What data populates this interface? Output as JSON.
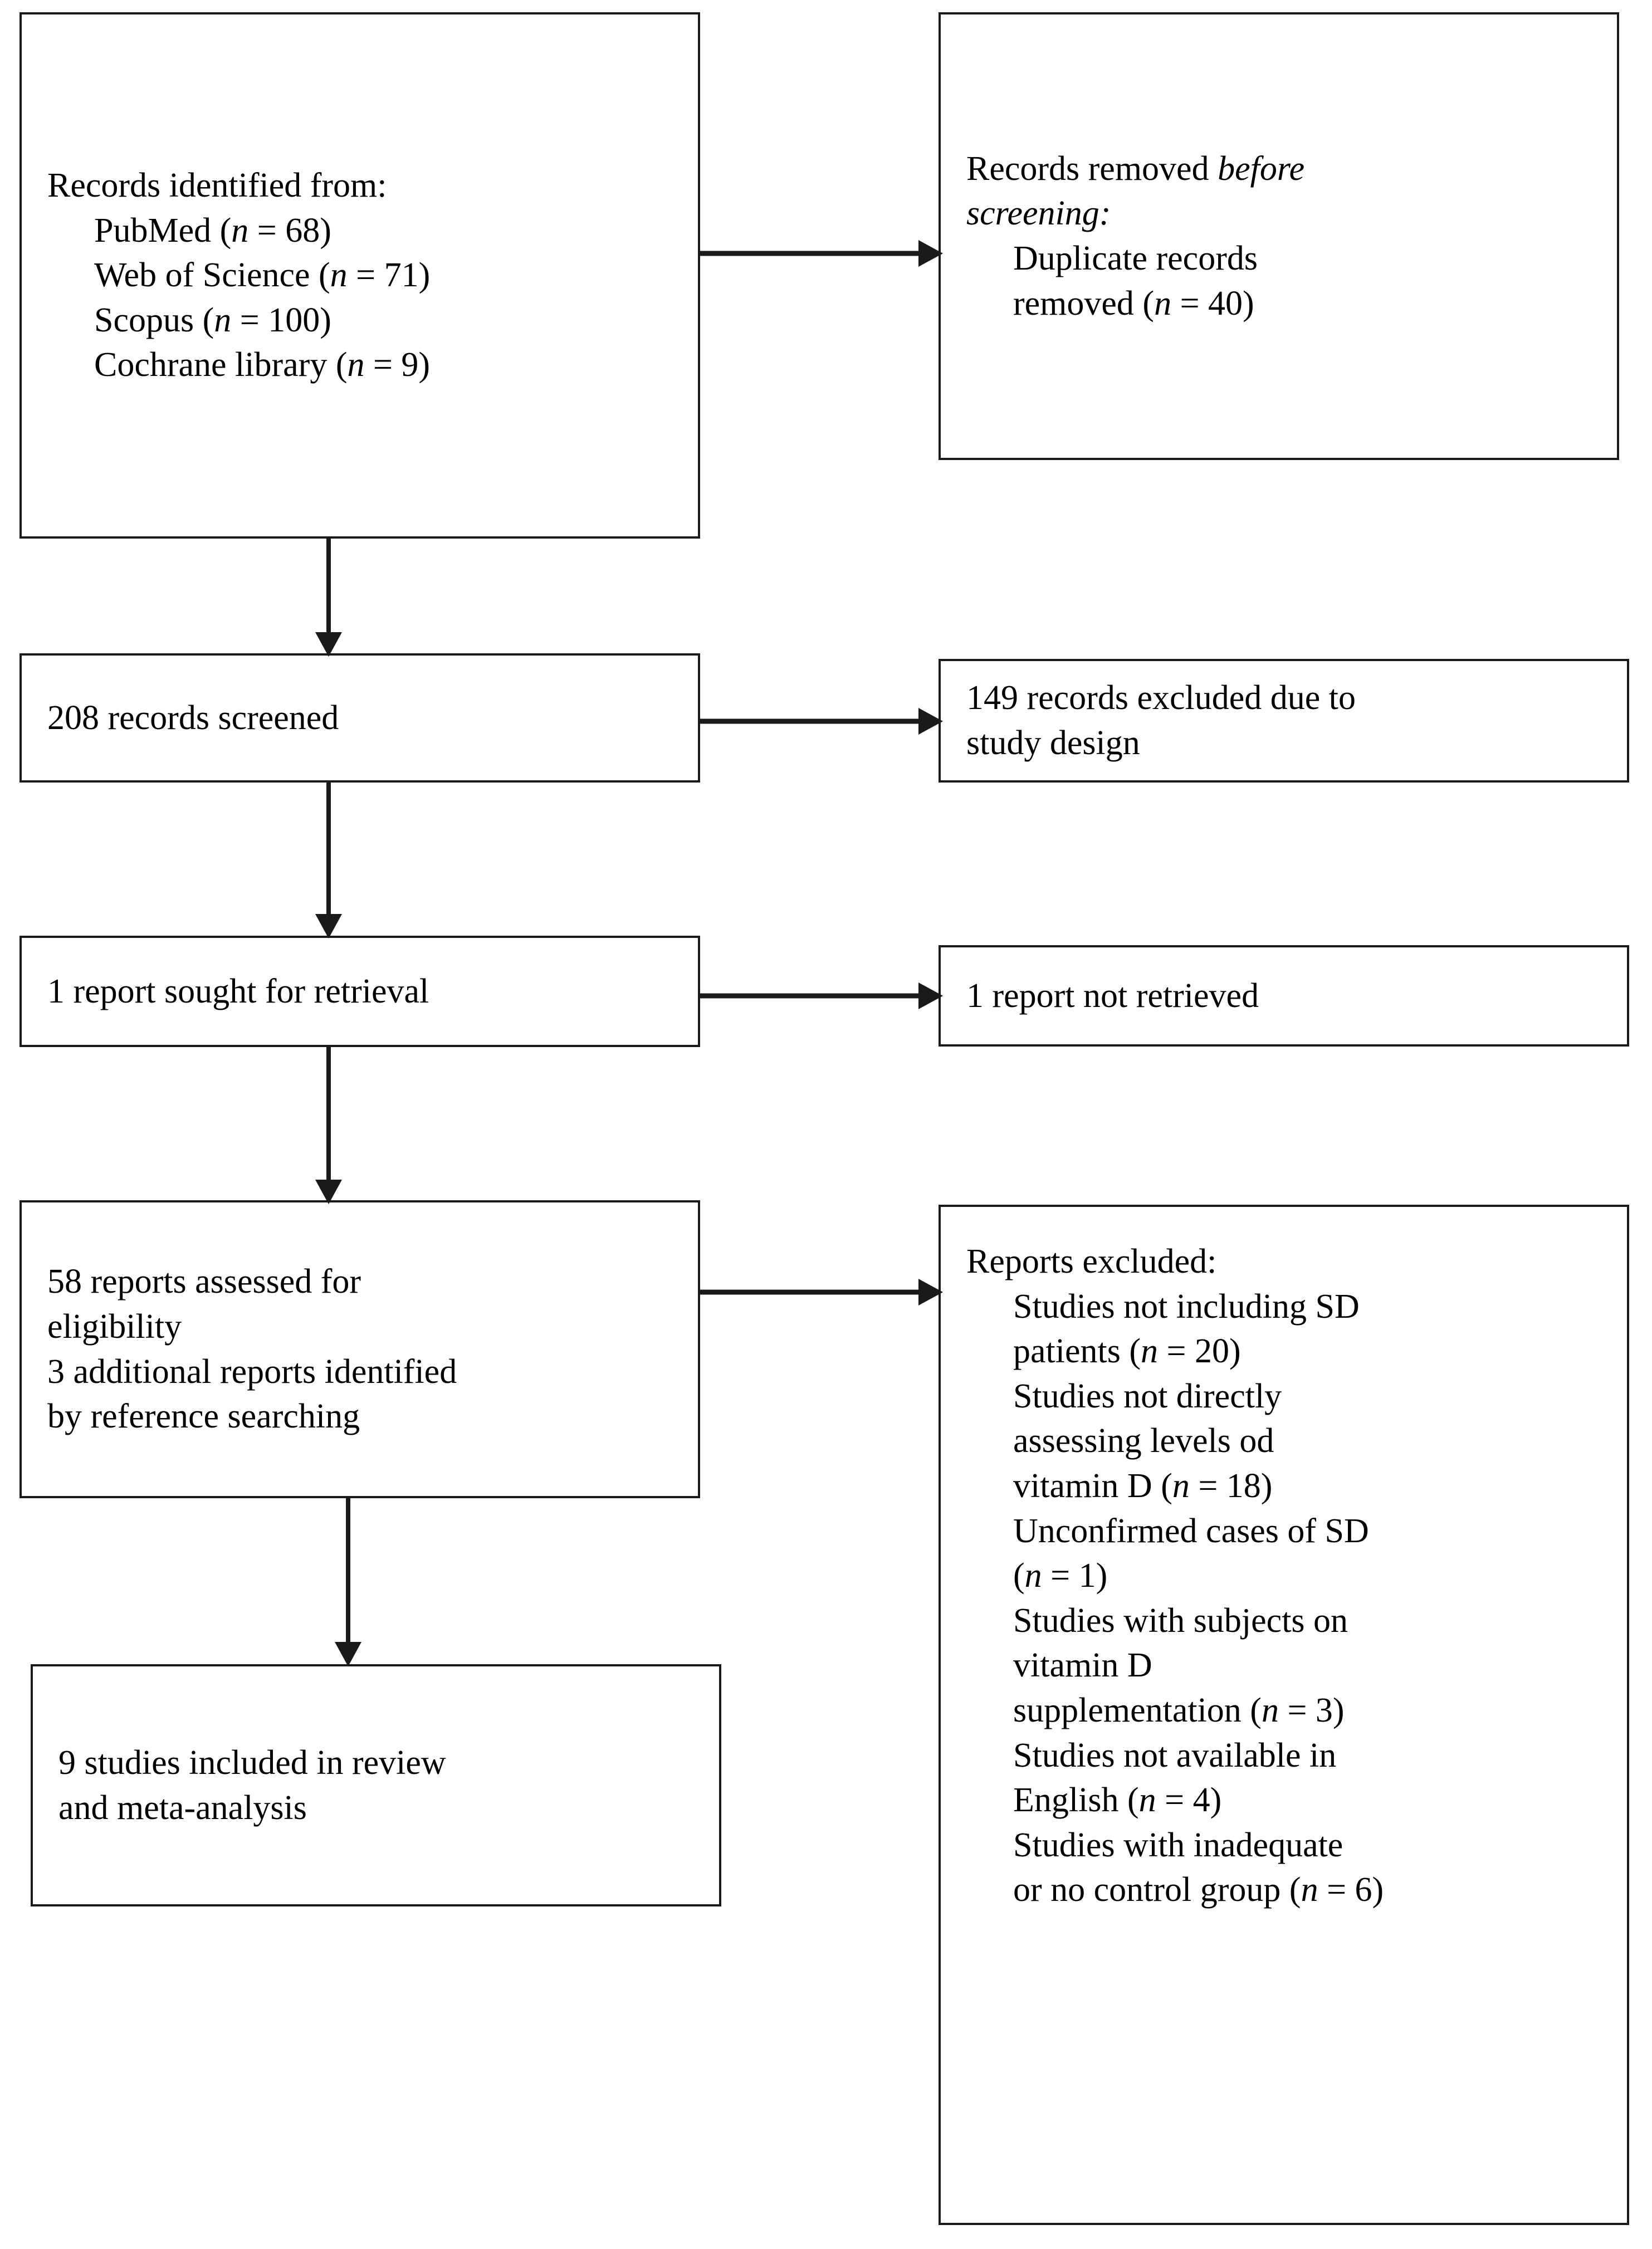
{
  "diagram": {
    "title": "PRISMA flow diagram",
    "type": "prisma-flow",
    "stroke_color": "#1a1a1a",
    "background_color": "#ffffff"
  },
  "boxes": {
    "identification": {
      "id": "records-identified",
      "lines": [
        {
          "text": "Records identified from:",
          "indent": false,
          "italic": false
        },
        {
          "text": "PubMed (n = 68)",
          "indent": true,
          "italic": false
        },
        {
          "text": "Web of Science (n = 71)",
          "indent": true,
          "italic": false
        },
        {
          "text": "Scopus (n = 100)",
          "indent": true,
          "italic": false
        },
        {
          "text": "Cochrane library (n = 9)",
          "indent": true,
          "italic": false
        }
      ]
    },
    "removed_before_screening": {
      "id": "records-removed-before-screening",
      "lines": [
        {
          "text": "Records removed before",
          "indent": false,
          "italic": false
        },
        {
          "text": "screening:",
          "indent": false,
          "italic": true
        },
        {
          "text": "Duplicate records",
          "indent": true,
          "italic": false
        },
        {
          "text": "removed (n = 40)",
          "indent": true,
          "italic": false
        }
      ]
    },
    "screened": {
      "id": "records-screened",
      "lines": [
        {
          "text": "208 records screened",
          "indent": false,
          "italic": false
        }
      ]
    },
    "excluded_design": {
      "id": "records-excluded-study-design",
      "lines": [
        {
          "text": "149 records excluded due to",
          "indent": false,
          "italic": false
        },
        {
          "text": "study design",
          "indent": false,
          "italic": false
        }
      ]
    },
    "sought": {
      "id": "reports-sought-for-retrieval",
      "lines": [
        {
          "text": "1 report sought for retrieval",
          "indent": false,
          "italic": false
        }
      ]
    },
    "not_retrieved": {
      "id": "reports-not-retrieved",
      "lines": [
        {
          "text": "1 report not retrieved",
          "indent": false,
          "italic": false
        }
      ]
    },
    "assessed": {
      "id": "reports-assessed-for-eligibility",
      "lines": [
        {
          "text": "58 reports assessed for",
          "indent": false,
          "italic": false
        },
        {
          "text": "eligibility",
          "indent": false,
          "italic": false
        },
        {
          "text": "3 additional reports identified",
          "indent": false,
          "italic": false
        },
        {
          "text": "by reference searching",
          "indent": false,
          "italic": false
        }
      ]
    },
    "reports_excluded": {
      "id": "reports-excluded",
      "lines": [
        {
          "text": "Reports excluded:",
          "indent": false,
          "italic": false
        },
        {
          "text": "Studies not including SD",
          "indent": true,
          "italic": false
        },
        {
          "text": "patients (n = 20)",
          "indent": true,
          "italic": false
        },
        {
          "text": "Studies not directly",
          "indent": true,
          "italic": false
        },
        {
          "text": "assessing levels od",
          "indent": true,
          "italic": false
        },
        {
          "text": "vitamin D (n = 18)",
          "indent": true,
          "italic": false
        },
        {
          "text": "Unconfirmed cases of SD",
          "indent": true,
          "italic": false
        },
        {
          "text": "(n = 1)",
          "indent": true,
          "italic": false
        },
        {
          "text": "Studies with subjects on",
          "indent": true,
          "italic": false
        },
        {
          "text": "vitamin D",
          "indent": true,
          "italic": false
        },
        {
          "text": "supplementation (n = 3)",
          "indent": true,
          "italic": false
        },
        {
          "text": "Studies not available in",
          "indent": true,
          "italic": false
        },
        {
          "text": "English (n = 4)",
          "indent": true,
          "italic": false
        },
        {
          "text": "Studies with inadequate",
          "indent": true,
          "italic": false
        },
        {
          "text": "or no control group (n = 6)",
          "indent": true,
          "italic": false
        }
      ]
    },
    "included": {
      "id": "studies-included",
      "lines": [
        {
          "text": "9 studies included in review",
          "indent": false,
          "italic": false
        },
        {
          "text": "and meta-analysis",
          "indent": false,
          "italic": false
        }
      ]
    }
  },
  "counts": {
    "pubmed": 68,
    "web_of_science": 71,
    "scopus": 100,
    "cochrane_library": 9,
    "duplicates_removed": 40,
    "records_screened": 208,
    "records_excluded_study_design": 149,
    "reports_sought": 1,
    "reports_not_retrieved": 1,
    "reports_assessed": 58,
    "additional_reports": 3,
    "excluded_no_sd_patients": 20,
    "excluded_not_assessing_vitamin_d": 18,
    "excluded_unconfirmed_sd": 1,
    "excluded_supplementation": 3,
    "excluded_not_english": 4,
    "excluded_no_control_group": 6,
    "studies_included": 9
  },
  "connectors": [
    {
      "name": "identified-to-removed",
      "direction": "right"
    },
    {
      "name": "identified-to-screened",
      "direction": "down"
    },
    {
      "name": "screened-to-excluded",
      "direction": "right"
    },
    {
      "name": "screened-to-sought",
      "direction": "down"
    },
    {
      "name": "sought-to-not-retrieved",
      "direction": "right"
    },
    {
      "name": "sought-to-assessed",
      "direction": "down"
    },
    {
      "name": "assessed-to-excluded",
      "direction": "right"
    },
    {
      "name": "assessed-to-included",
      "direction": "down"
    }
  ]
}
